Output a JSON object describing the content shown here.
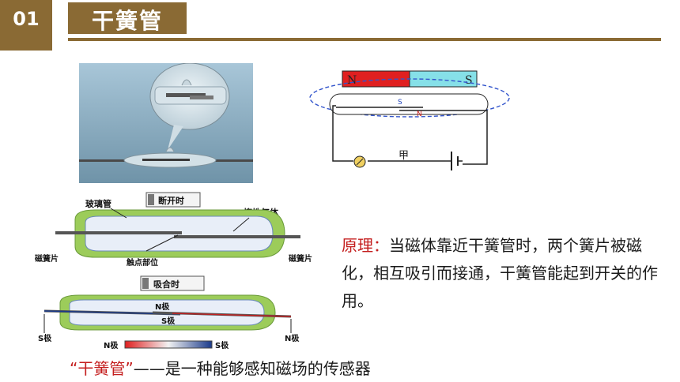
{
  "header": {
    "number": "01",
    "title": "干簧管"
  },
  "top_schematic": {
    "magnet_n": "N",
    "magnet_s": "S",
    "reed_s": "S",
    "reed_n": "N",
    "lamp_label": "甲",
    "magnet_n_color": "#e02020",
    "magnet_s_color": "#86e0e8"
  },
  "open_state": {
    "heading": "断开时",
    "glass_label": "玻璃管",
    "gas_label": "惰性气体",
    "reed_left": "磁簧片",
    "reed_right": "磁簧片",
    "contact_label": "触点部位"
  },
  "closed_state": {
    "heading": "吸合时",
    "n_pole": "N极",
    "s_pole": "S极",
    "left_s": "S极",
    "right_n": "N极",
    "bar_n": "N极",
    "bar_s": "S极"
  },
  "principle": {
    "label": "原理：",
    "text": "当磁体靠近干簧管时，两个簧片被磁化，相互吸引而接通，干簧管能起到开关的作用。"
  },
  "caption": {
    "term": "“干簧管”",
    "text": "——是一种能够感知磁场的传感器"
  },
  "colors": {
    "accent": "#8a6a34",
    "highlight": "#c41e1e",
    "tube_green": "#9ccc5a"
  }
}
